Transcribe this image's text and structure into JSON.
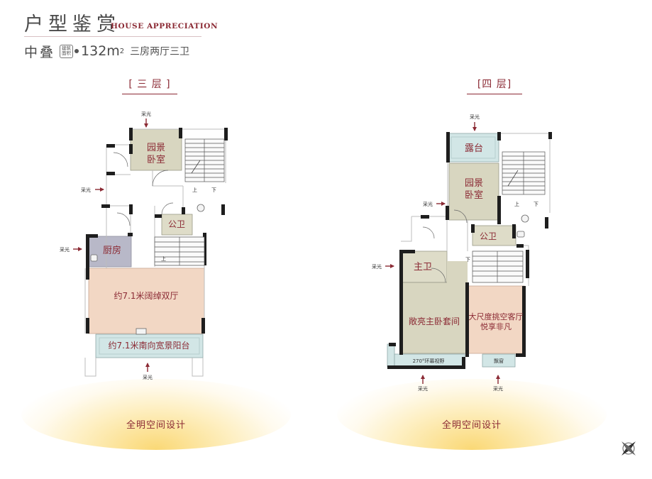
{
  "header": {
    "title": "户型鉴赏",
    "title_en": "HOUSE APPRECIATION",
    "unit_type": "中叠",
    "area_label_line1": "建筑",
    "area_label_line2": "面积",
    "area_value": "132m",
    "area_unit_sup": "2",
    "layout_desc": "三房两厅三卫"
  },
  "floor3": {
    "tag": "[ 三 层 ]",
    "rooms": {
      "garden_bedroom_line1": "园景",
      "garden_bedroom_line2": "卧室",
      "public_bath": "公卫",
      "kitchen": "厨房",
      "living_room": "约7.1米阔绰双厅",
      "balcony": "约7.1米南向宽景阳台"
    },
    "light_label": "采光",
    "stair_up": "上",
    "stair_down": "下",
    "footer": "全明空间设计"
  },
  "floor4": {
    "tag": "[四 层]",
    "rooms": {
      "terrace": "露台",
      "garden_bedroom_line1": "园景",
      "garden_bedroom_line2": "卧室",
      "public_bath": "公卫",
      "master_bath": "主卫",
      "master_suite": "敞亮主卧套间",
      "void_living_line1": "大尺度挑空客厅",
      "void_living_line2": "悦享非凡",
      "view_label": "270°环幕视野",
      "bay_window": "飘窗"
    },
    "light_label": "采光",
    "stair_up": "上",
    "stair_down": "下",
    "footer": "全明空间设计"
  },
  "colors": {
    "accent": "#8b2a34",
    "bedroom_fill": "#d8d6c0",
    "bath_fill": "#dedcc8",
    "kitchen_fill": "#b8b8c8",
    "living_fill": "#f2d7c4",
    "balcony_fill": "#d2e6e6",
    "wall": "#1e1e1e"
  },
  "icons": {
    "compass": "compass-icon",
    "light_arrow": "arrow-icon"
  }
}
